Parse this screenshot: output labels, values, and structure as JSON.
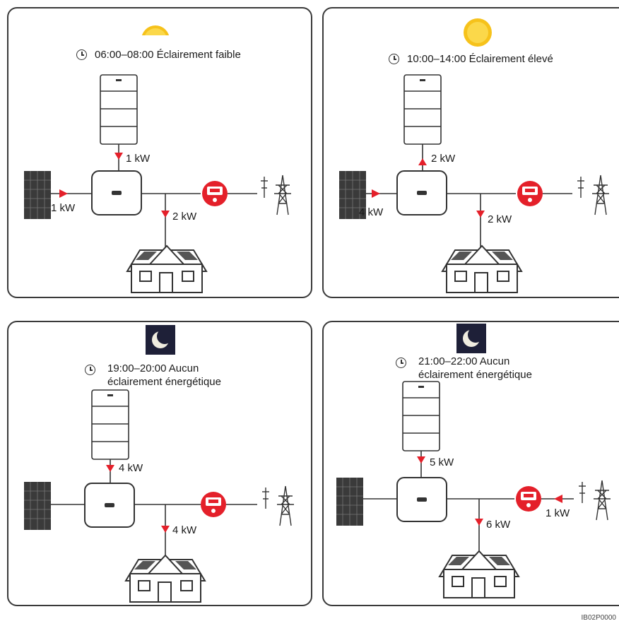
{
  "panels": [
    {
      "id": "p1",
      "icon": "sun-half-icon",
      "time_label": "06:00–08:00 Éclairement faible",
      "pv_to_inverter": "1 kW",
      "battery_flow": "1 kW",
      "battery_flow_direction": "discharge",
      "load_flow": "2 kW",
      "grid_flow": ""
    },
    {
      "id": "p2",
      "icon": "sun-icon",
      "time_label": "10:00–14:00 Éclairement élevé",
      "pv_to_inverter": "4 kW",
      "battery_flow": "2 kW",
      "battery_flow_direction": "charge",
      "load_flow": "2 kW",
      "grid_flow": ""
    },
    {
      "id": "p3",
      "icon": "moon-icon",
      "time_label": "19:00–20:00 Aucun\néclairement énergétique",
      "pv_to_inverter": "",
      "battery_flow": "4 kW",
      "battery_flow_direction": "discharge",
      "load_flow": "4 kW",
      "grid_flow": ""
    },
    {
      "id": "p4",
      "icon": "moon-icon",
      "time_label": "21:00–22:00 Aucun\néclairement énergétique",
      "pv_to_inverter": "",
      "battery_flow": "5 kW",
      "battery_flow_direction": "discharge",
      "load_flow": "6 kW",
      "grid_flow": "1 kW"
    }
  ],
  "doc_id": "IB02P0000",
  "colors": {
    "flow_red": "#e4202a",
    "line": "#333333",
    "meter_red": "#e4202a",
    "sun": "#f6c21b"
  }
}
